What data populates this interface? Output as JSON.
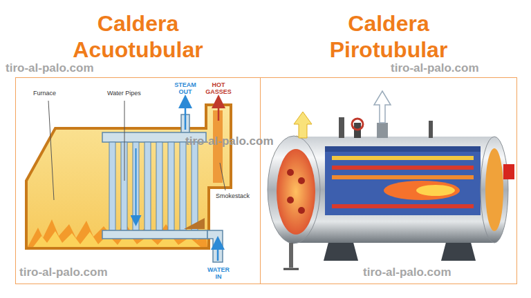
{
  "diagram": {
    "nodes": [
      {
        "text": [
          "Caldera Acuotubular"
        ]
      },
      {
        "text": [
          "Caldera Pirotubular"
        ]
      }
    ],
    "labels": [
      "tiro-al-palo.com",
      "tiro-al-palo.com",
      "Furnace",
      "Water Pipes",
      "STEAM OUT",
      "HOT GASSES",
      "tiro-al-palo.com",
      "Smokestack",
      "WATER IN",
      "tiro-al-palo.com",
      "tiro-al-palo.com"
    ]
  }
}
